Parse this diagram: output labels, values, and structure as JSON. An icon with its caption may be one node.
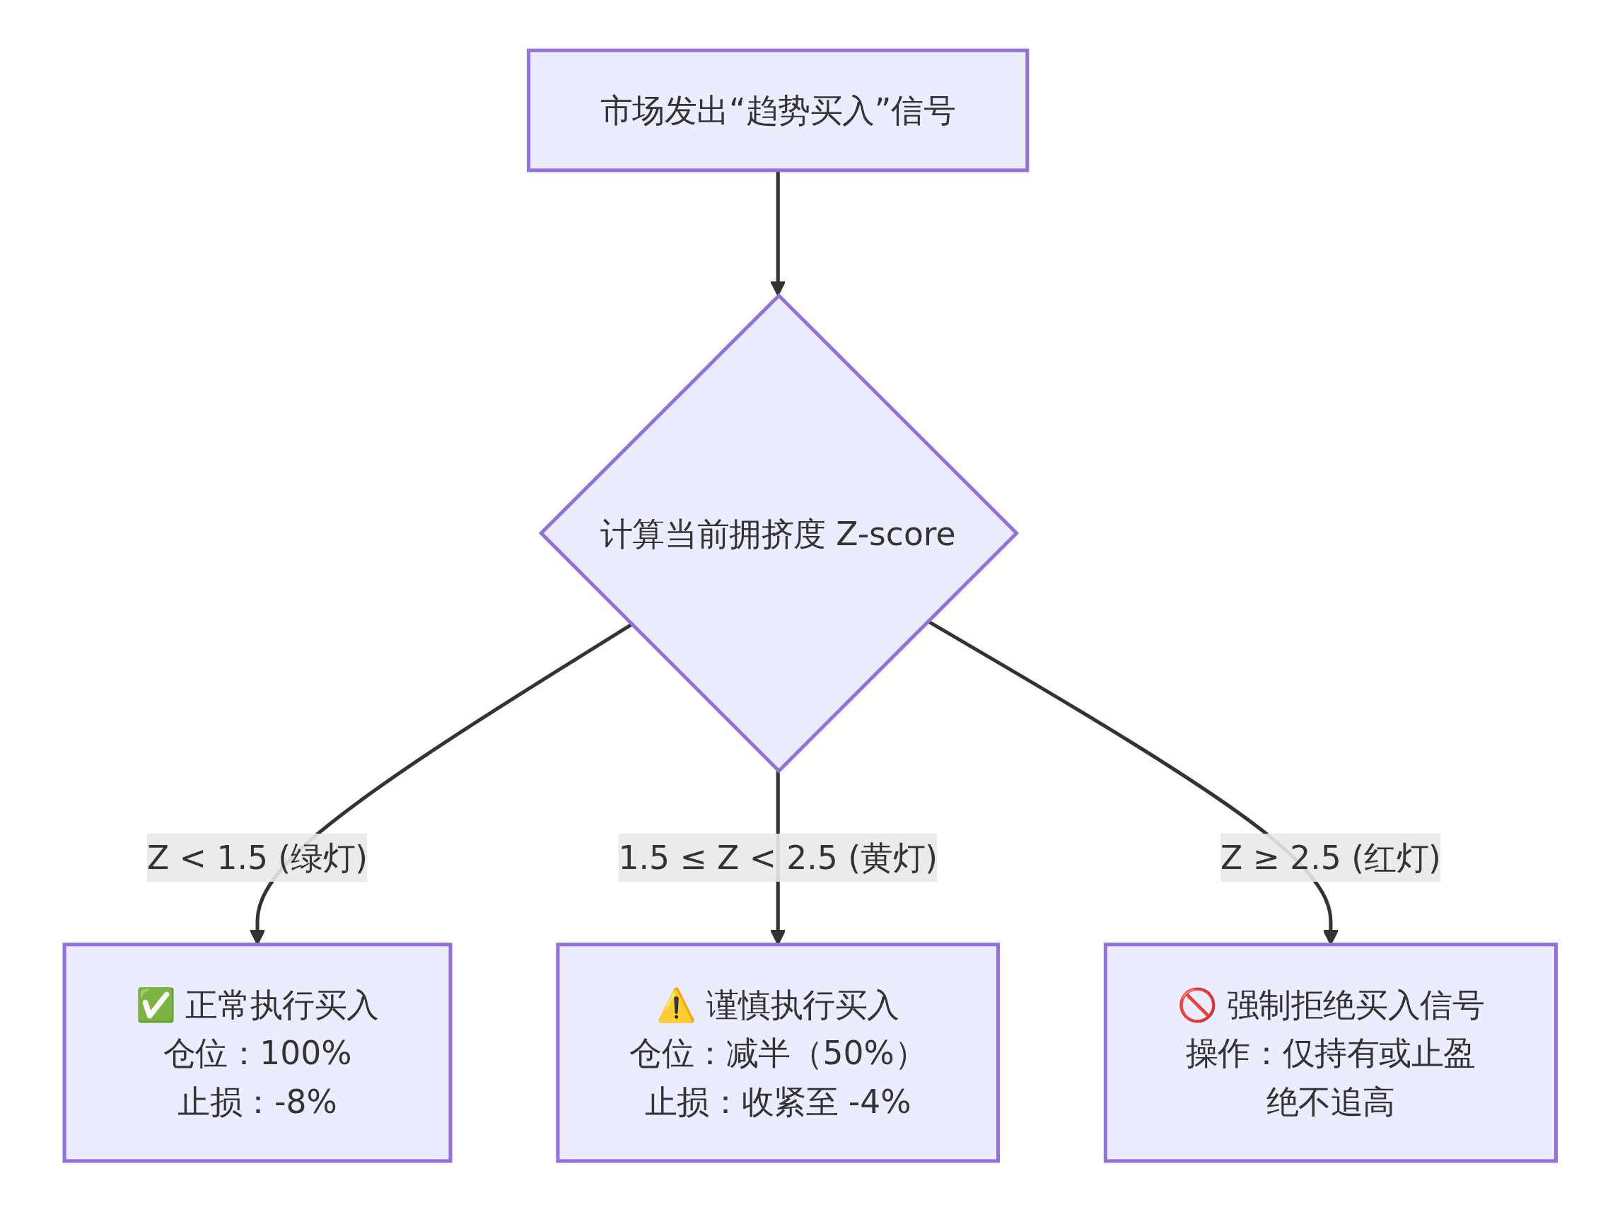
{
  "diagram": {
    "nodes": [
      {
        "text": [
          "市场发出“趋势买入”信号"
        ]
      },
      {
        "text": [
          "计算当前拥挤度 Z-score"
        ]
      },
      {
        "text": [
          "✅ 正常执行买入",
          "仓位：100%",
          "止损：-8%"
        ]
      },
      {
        "text": [
          "⚠️ 谨慎执行买入",
          "仓位：减半（50%）",
          "止损：收紧至 -4%"
        ]
      },
      {
        "text": [
          "🚫 强制拒绝买入信号",
          "操作：仅持有或止盈",
          "绝不追高"
        ]
      }
    ],
    "edges": [
      {
        "from": 0,
        "to": 1,
        "arrow": "to"
      },
      {
        "from": 1,
        "to": 2,
        "label": "Z < 1.5 (绿灯)",
        "arrow": "to"
      },
      {
        "from": 1,
        "to": 3,
        "label": "1.5 ≤ Z < 2.5 (黄灯)",
        "arrow": "to"
      },
      {
        "from": 1,
        "to": 4,
        "label": "Z ≥ 2.5 (红灯)",
        "arrow": "to"
      }
    ]
  }
}
